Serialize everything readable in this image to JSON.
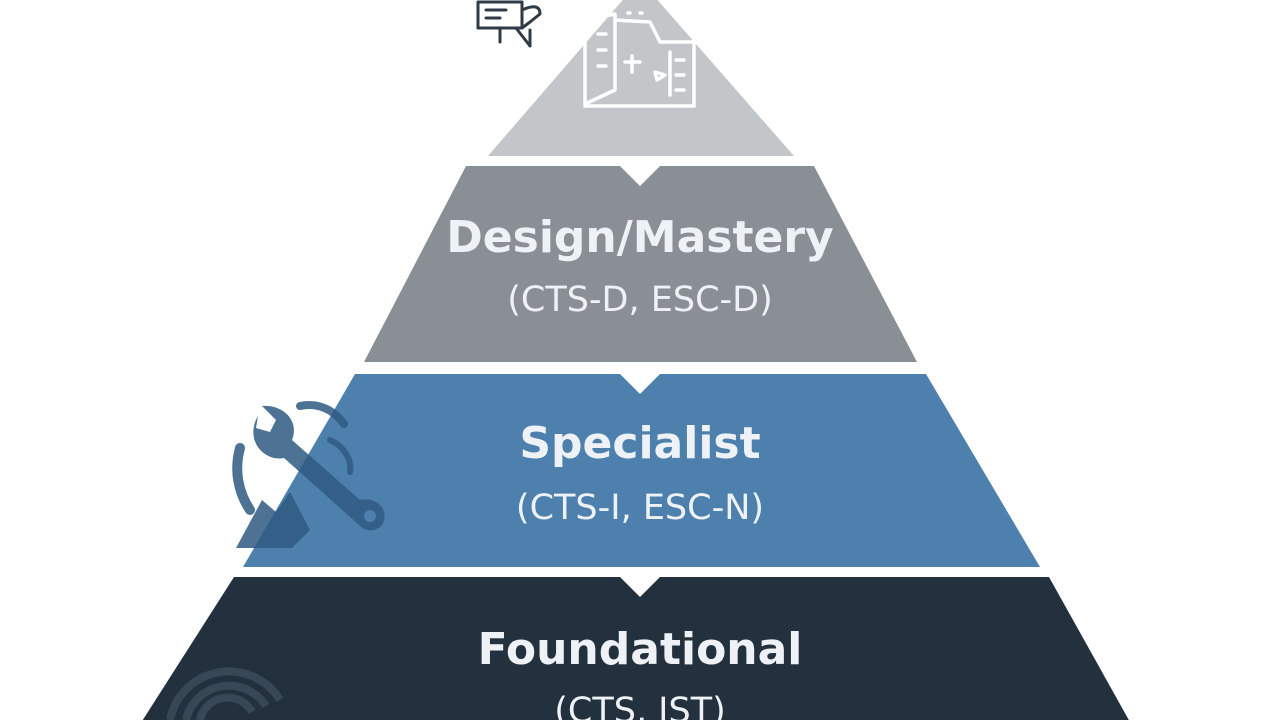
{
  "diagram": {
    "type": "pyramid",
    "tiers": [
      {
        "id": "top",
        "title": "",
        "subtitle": "",
        "color": "#c3c6c9",
        "icon": "blueprint-icon"
      },
      {
        "id": "design",
        "title": "Design/Mastery",
        "subtitle": "(CTS-D, ESC-D)",
        "color": "#8a8f95",
        "icon": ""
      },
      {
        "id": "specialist",
        "title": "Specialist",
        "subtitle": "(CTS-I, ESC-N)",
        "color": "#4d80ad",
        "icon": "wrench-icon"
      },
      {
        "id": "foundational",
        "title": "Foundational",
        "subtitle": "(CTS, IST)",
        "color": "#23313e",
        "icon": "wireless-signal-icon"
      }
    ],
    "colors": {
      "background": "#ffffff",
      "text": "#eef2f6",
      "notch": "#ffffff"
    }
  }
}
